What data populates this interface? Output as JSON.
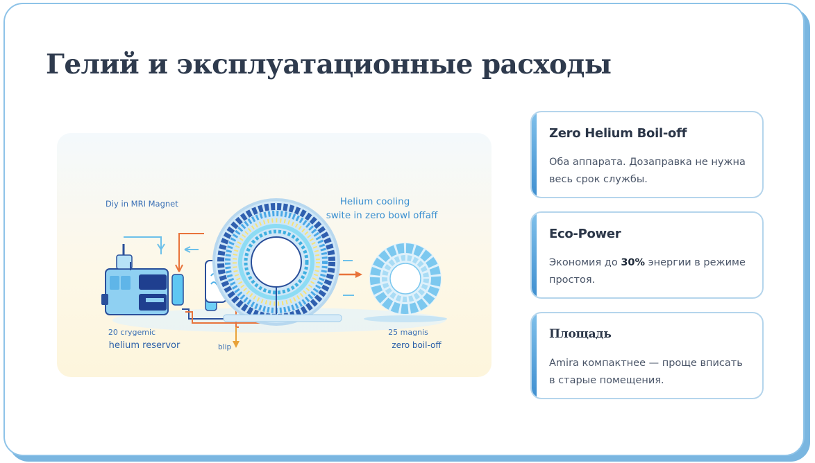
{
  "slide": {
    "title": "Гелий и эксплуатационные расходы"
  },
  "illustration": {
    "label_top_left": "Diy in MRI Magnet",
    "label_cooling_line1": "Helium cooling",
    "label_cooling_line2": "swite in zero bowl offaff",
    "label_reservoir_line1": "20 crygemic",
    "label_reservoir_line2": "helium reservor",
    "label_blip": "blip",
    "label_zero_line1": "25 magnis",
    "label_zero_line2": "zero boil-off"
  },
  "cards": [
    {
      "title": "Zero Helium Boil-off",
      "text": "Оба аппарата. Дозаправка не нужна весь срок службы."
    },
    {
      "title": "Eco-Power",
      "text_before": "Экономия до ",
      "text_bold": "30%",
      "text_after": " энергии в режиме простоя."
    },
    {
      "title": "Площадь",
      "text": "Amira компактнее — проще вписать в старые помещения."
    }
  ],
  "colors": {
    "accent": "#3f8fd0",
    "frame_border": "#8ec3e8",
    "title": "#2e3a4d",
    "arrow": "#e8733a"
  }
}
